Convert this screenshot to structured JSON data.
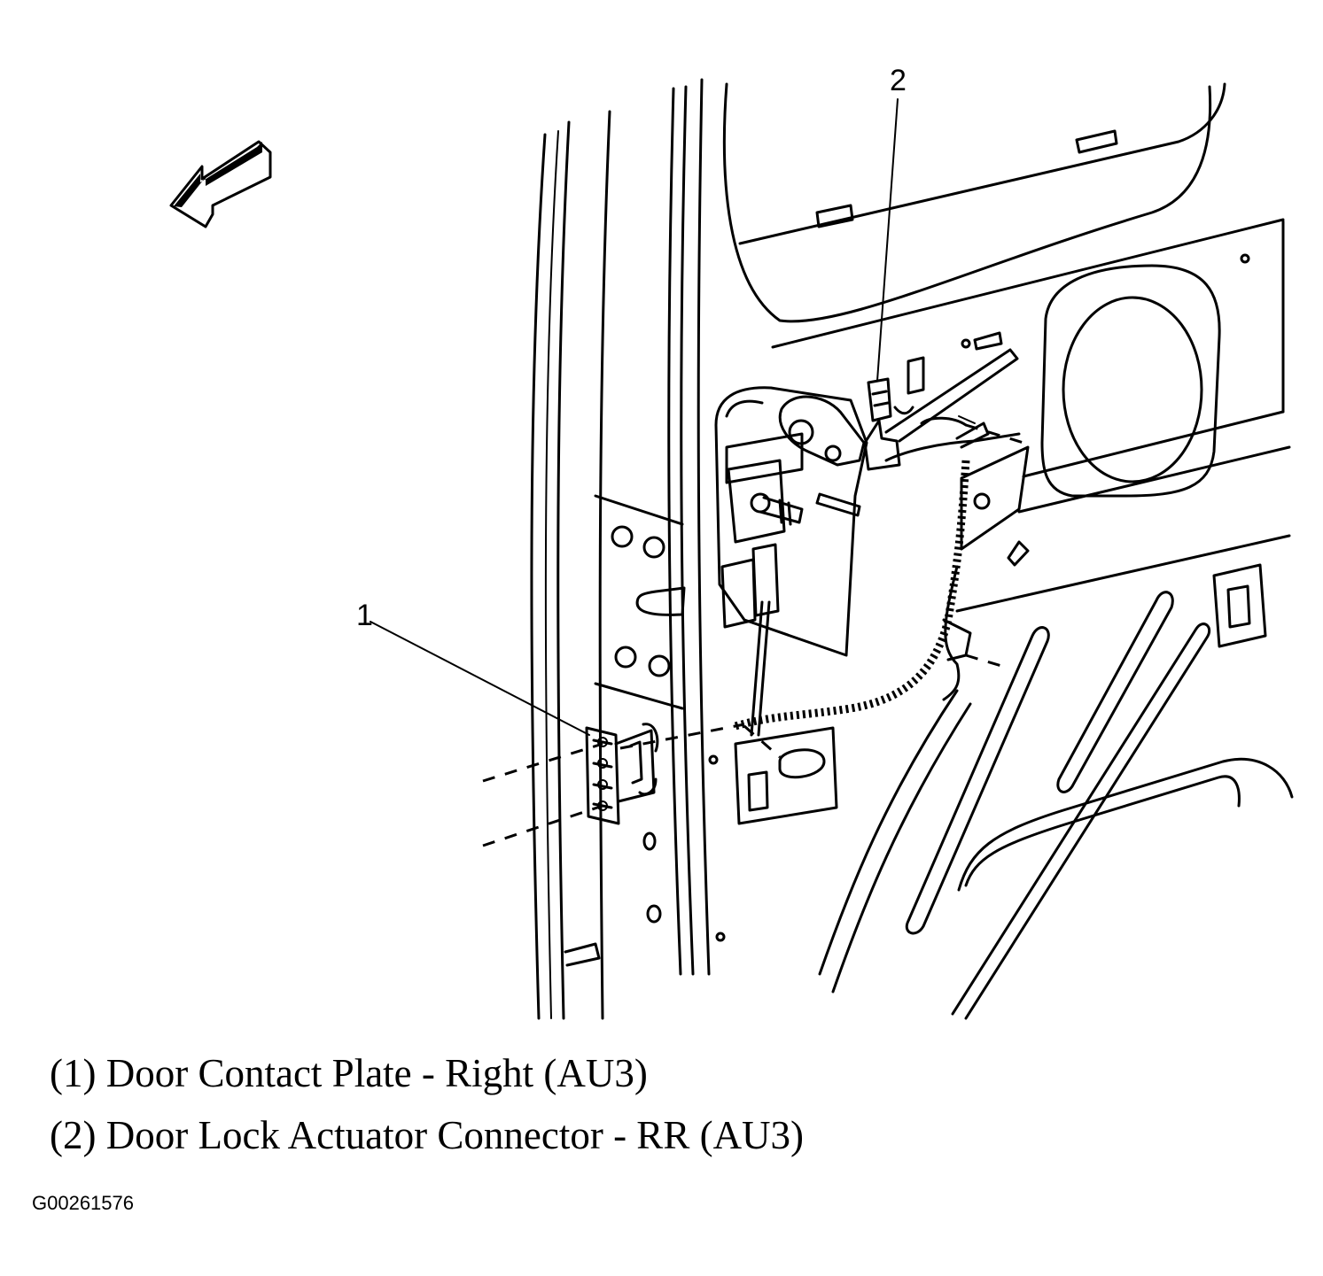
{
  "callouts": [
    {
      "number": "1",
      "label": "(1) Door Contact Plate - Right (AU3)"
    },
    {
      "number": "2",
      "label": "(2) Door Lock Actuator Connector - RR (AU3)"
    }
  ],
  "figure_id": "G00261576",
  "icons": {
    "direction": "front-direction-arrow-icon"
  },
  "colors": {
    "ink": "#000000",
    "background": "#ffffff"
  }
}
